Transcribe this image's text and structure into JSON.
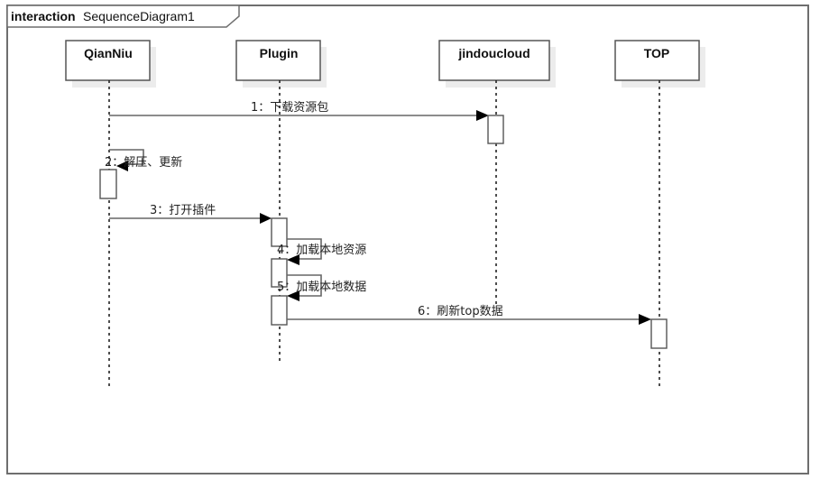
{
  "diagram": {
    "type": "uml-sequence",
    "frame": {
      "keyword": "interaction",
      "name": "SequenceDiagram1"
    },
    "lifelines": [
      {
        "id": "qianniu",
        "label": "QianNiu"
      },
      {
        "id": "plugin",
        "label": "Plugin"
      },
      {
        "id": "jindoucloud",
        "label": "jindoucloud"
      },
      {
        "id": "top",
        "label": "TOP"
      }
    ],
    "messages": [
      {
        "seq": "1",
        "text": "下载资源包",
        "from": "qianniu",
        "to": "jindoucloud",
        "label": "1：下载资源包"
      },
      {
        "seq": "2",
        "text": "解压、更新",
        "from": "qianniu",
        "to": "qianniu",
        "label": "2：解压、更新"
      },
      {
        "seq": "3",
        "text": "打开插件",
        "from": "qianniu",
        "to": "plugin",
        "label": "3：打开插件"
      },
      {
        "seq": "4",
        "text": "加载本地资源",
        "from": "plugin",
        "to": "plugin",
        "label": "4：加载本地资源"
      },
      {
        "seq": "5",
        "text": "加载本地数据",
        "from": "plugin",
        "to": "plugin",
        "label": "5：加载本地数据"
      },
      {
        "seq": "6",
        "text": "刷新top数据",
        "from": "plugin",
        "to": "top",
        "label": "6：刷新top数据"
      }
    ]
  }
}
